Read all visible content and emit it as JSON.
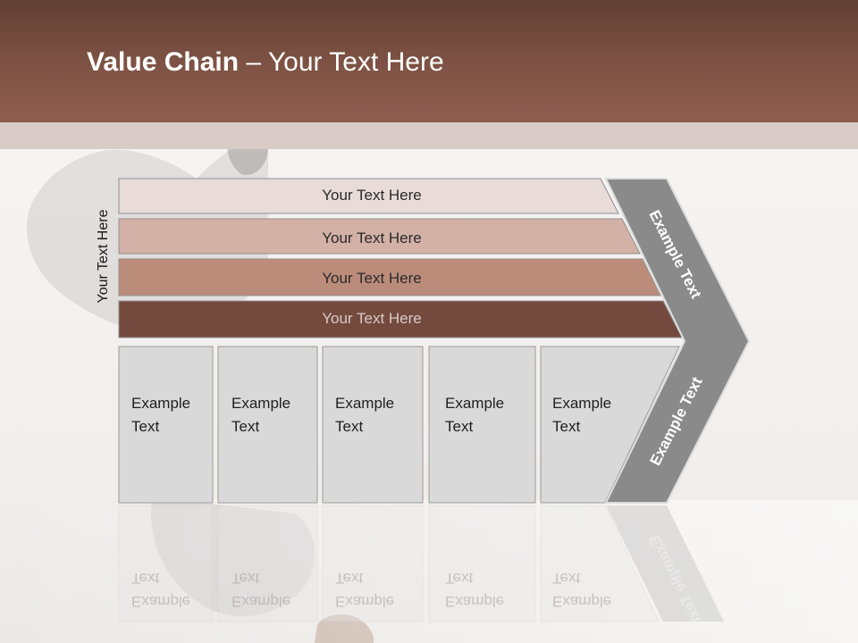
{
  "slide": {
    "title_bold": "Value Chain",
    "title_rest": " – Your Text Here",
    "side_label": "Your Text Here",
    "bars": [
      {
        "label": "Your Text Here"
      },
      {
        "label": "Your Text Here"
      },
      {
        "label": "Your Text Here"
      },
      {
        "label": "Your Text Here"
      }
    ],
    "boxes": [
      {
        "line1": "Example",
        "line2": "Text"
      },
      {
        "line1": "Example",
        "line2": "Text"
      },
      {
        "line1": "Example",
        "line2": "Text"
      },
      {
        "line1": "Example",
        "line2": "Text"
      },
      {
        "line1": "Example",
        "line2": "Text"
      }
    ],
    "chevron_upper": "Example Text",
    "chevron_lower": "Example Text"
  },
  "colors": {
    "title_bar": "#7d5244",
    "bar_1": "#e8dbd8",
    "bar_2": "#d3b1a6",
    "bar_3": "#bc8c7b",
    "bar_4": "#744a3e",
    "box_fill": "#d9d9d9",
    "chevron": "#8a8a8a"
  }
}
